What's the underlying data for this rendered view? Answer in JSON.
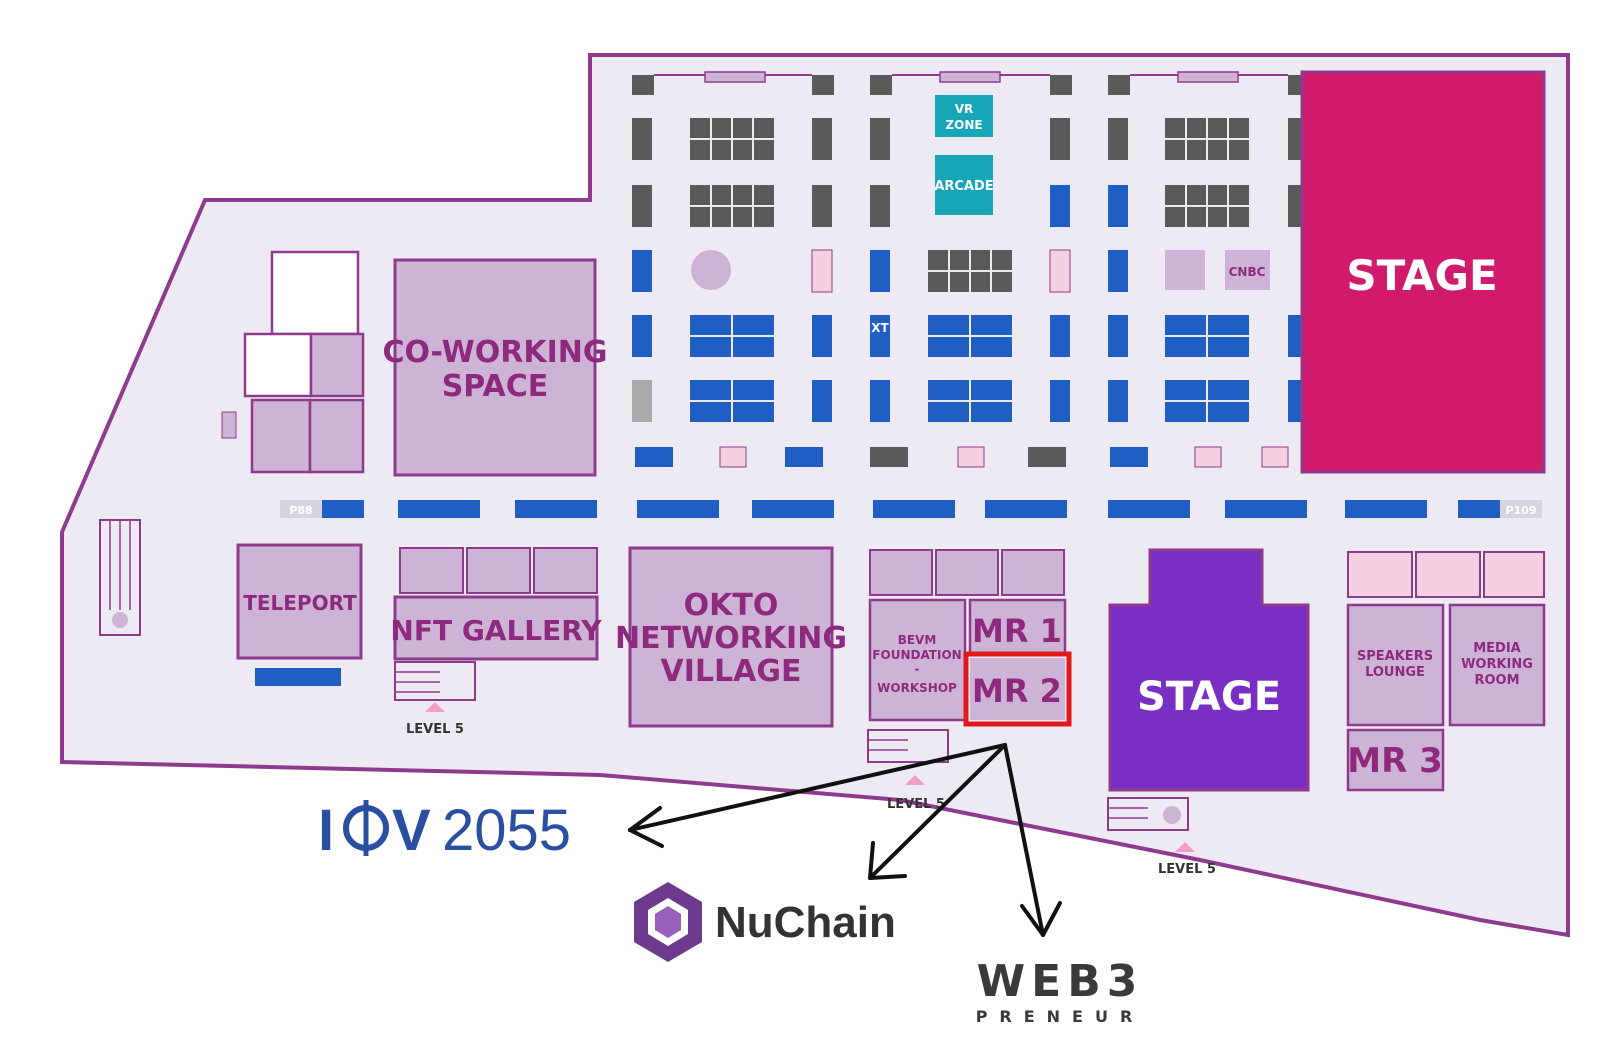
{
  "colors": {
    "background": "#eeeaf4",
    "outline": "#8e3b8e",
    "room": "#cdb3d6",
    "room_text": "#8e2a7e",
    "stage_top": "#d11a6b",
    "stage_bottom": "#7a2fc4",
    "booth_blue": "#1f5fc4",
    "booth_gray": "#5a5a5a",
    "booth_pink": "#f5d0e0",
    "teal": "#17a6b8",
    "highlight": "#e01a1a",
    "arrow": "#111111",
    "iov_blue": "#2a4fa0",
    "nuchain_purple": "#6d3a8e",
    "web3_dark": "#3a3a3a"
  },
  "map": {
    "rooms": {
      "co_working": [
        "CO-WORKING",
        "SPACE"
      ],
      "teleport": "TELEPORT",
      "nft_gallery": "NFT GALLERY",
      "okto": [
        "OKTO",
        "NETWORKING",
        "VILLAGE"
      ],
      "bevm": [
        "BEVM",
        "FOUNDATION",
        "-",
        "WORKSHOP"
      ],
      "mr1": "MR 1",
      "mr2": "MR 2",
      "mr3": "MR 3",
      "speakers": [
        "SPEAKERS",
        "LOUNGE"
      ],
      "media": [
        "MEDIA",
        "WORKING",
        "ROOM"
      ],
      "stage_top": "STAGE",
      "stage_bottom": "STAGE",
      "vr_zone": [
        "VR",
        "ZONE"
      ],
      "arcade": "ARCADE",
      "cnbc": "CNBC",
      "xt": "XT"
    },
    "booth_codes": {
      "left": "P88",
      "right": "P109"
    },
    "levels": [
      "LEVEL 5",
      "LEVEL 5",
      "LEVEL 5"
    ]
  },
  "logos": {
    "iov": {
      "part1": "I",
      "part2": "V",
      "part3": "2055"
    },
    "nuchain": "NuChain",
    "web3": {
      "main": "WEB3",
      "sub": "PRENEUR"
    }
  }
}
